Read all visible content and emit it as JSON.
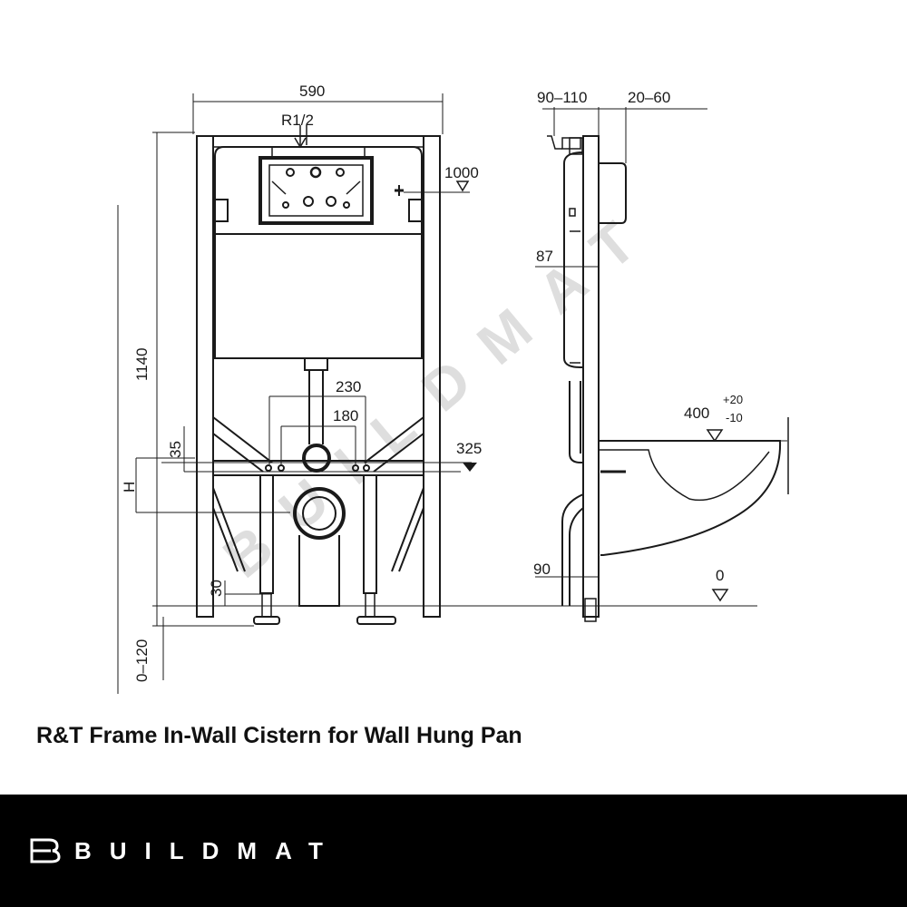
{
  "drawing": {
    "watermark": "BUILDMAT",
    "front": {
      "width": "590",
      "inlet": "R1/2",
      "height": "1140",
      "inlet_level": "1000",
      "outlet_spacing": "230",
      "bolt_spacing": "180",
      "outlet_level": "325",
      "outlet_offset": "35",
      "h_label": "H",
      "foot_height": "30",
      "adjust_range": "0–120"
    },
    "side": {
      "depth": "90–110",
      "wall": "20–60",
      "plate_height": "87",
      "pan_level": "400",
      "pan_tol_plus": "+20",
      "pan_tol_minus": "-10",
      "foot": "90",
      "floor": "0"
    }
  },
  "caption": "R&T Frame In-Wall Cistern for Wall Hung Pan",
  "brand": {
    "name": "BUILDMAT"
  }
}
